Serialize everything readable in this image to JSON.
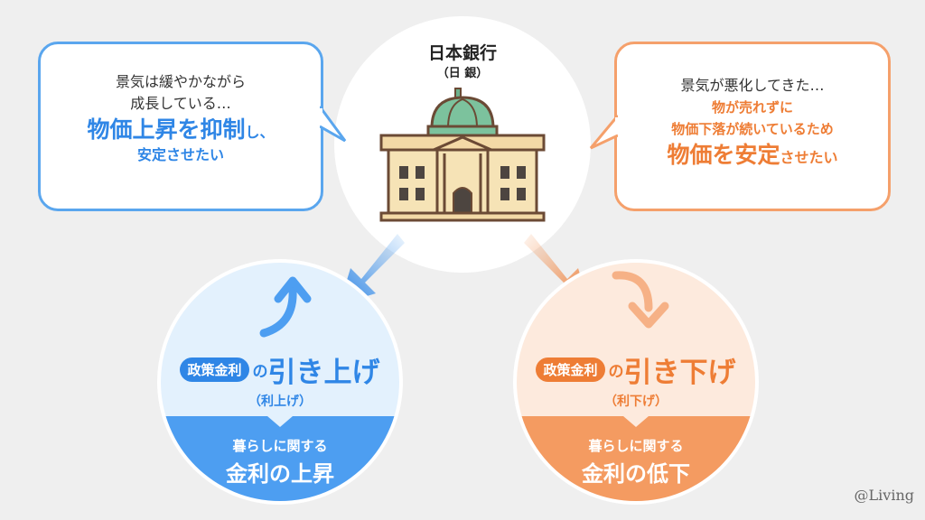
{
  "bank": {
    "title": "日本銀行",
    "subtitle": "（日 銀）"
  },
  "left_bubble": {
    "line1": "景気は緩やかながら",
    "line2": "成長している…",
    "highlight": "物価上昇を抑制",
    "highlight_tail": "し、",
    "line4": "安定させたい"
  },
  "right_bubble": {
    "line1": "景気が悪化してきた…",
    "line2": "物が売れずに",
    "line3": "物価下落が続いているため",
    "highlight": "物価を安定",
    "highlight_tail": "させたい"
  },
  "left_circle": {
    "pill": "政策金利",
    "particle": "の",
    "action": "引き上げ",
    "paren": "（利上げ）",
    "bottom_small": "暮らしに関する",
    "bottom_big": "金利の上昇"
  },
  "right_circle": {
    "pill": "政策金利",
    "particle": "の",
    "action": "引き下げ",
    "paren": "（利下げ）",
    "bottom_small": "暮らしに関する",
    "bottom_big": "金利の低下"
  },
  "logo": "@Living",
  "colors": {
    "blue": "#4d9ef1",
    "orange": "#f49b61"
  }
}
